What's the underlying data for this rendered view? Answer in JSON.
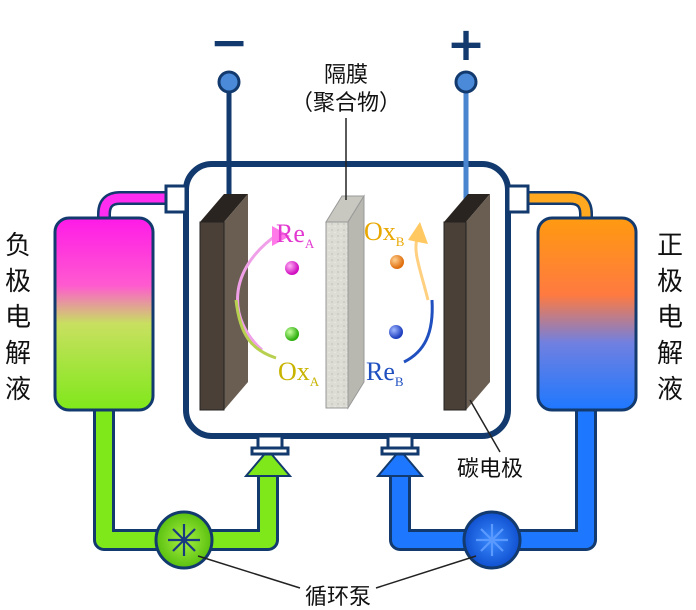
{
  "terminals": {
    "negative": "−",
    "positive": "+"
  },
  "labels": {
    "membrane_line1": "隔膜",
    "membrane_line2": "（聚合物）",
    "left_electrolyte": [
      "负",
      "极",
      "电",
      "解",
      "液"
    ],
    "right_electrolyte": [
      "正",
      "极",
      "电",
      "解",
      "液"
    ],
    "carbon_electrode": "碳电极",
    "pump": "循环泵"
  },
  "species": {
    "re_a": {
      "base": "Re",
      "sub": "A",
      "color": "#e23ad0"
    },
    "ox_a": {
      "base": "Ox",
      "sub": "A",
      "color": "#c8b400"
    },
    "ox_b": {
      "base": "Ox",
      "sub": "B",
      "color": "#e8a800"
    },
    "re_b": {
      "base": "Re",
      "sub": "B",
      "color": "#2050c0"
    }
  },
  "colors": {
    "frame": "#123a6e",
    "negative_pipe": "#7fe01a",
    "negative_top": "#ff2df0",
    "positive_pipe": "#1e6cff",
    "positive_top": "#ffa020",
    "electrode": "#4a4038",
    "membrane": "#dcdcd6"
  }
}
